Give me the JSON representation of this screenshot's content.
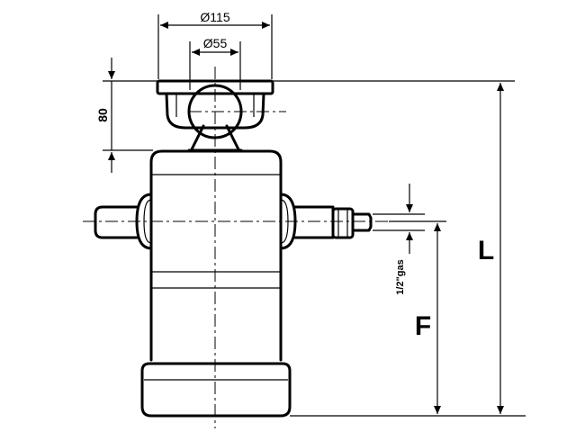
{
  "dimensions": {
    "outer_diameter": "Ø115",
    "inner_diameter": "Ø55",
    "head_height": "80",
    "port": "1/2\"gas",
    "length": "L",
    "port_height": "F"
  }
}
